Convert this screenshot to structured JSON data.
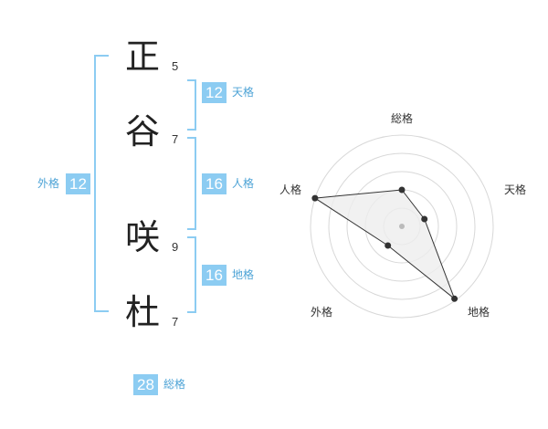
{
  "name": {
    "chars": [
      {
        "char": "正",
        "strokes": "5"
      },
      {
        "char": "谷",
        "strokes": "7"
      },
      {
        "char": "咲",
        "strokes": "9"
      },
      {
        "char": "杜",
        "strokes": "7"
      }
    ]
  },
  "kaku": {
    "tenkaku": {
      "value": "12",
      "label": "天格"
    },
    "jinkaku": {
      "value": "16",
      "label": "人格"
    },
    "chikaku": {
      "value": "16",
      "label": "地格"
    },
    "gaikaku": {
      "value": "12",
      "label": "外格"
    },
    "soukaku": {
      "value": "28",
      "label": "総格"
    }
  },
  "colors": {
    "accent": "#8cccf2",
    "label_text": "#4da3d6",
    "radar_fill": "#eeeeee",
    "point": "#333333"
  },
  "chart_data": {
    "type": "radar",
    "axes": [
      "総格",
      "天格",
      "地格",
      "外格",
      "人格"
    ],
    "values": [
      2,
      1.3,
      4.9,
      1.3,
      5
    ],
    "max": 5,
    "rings": 5
  }
}
